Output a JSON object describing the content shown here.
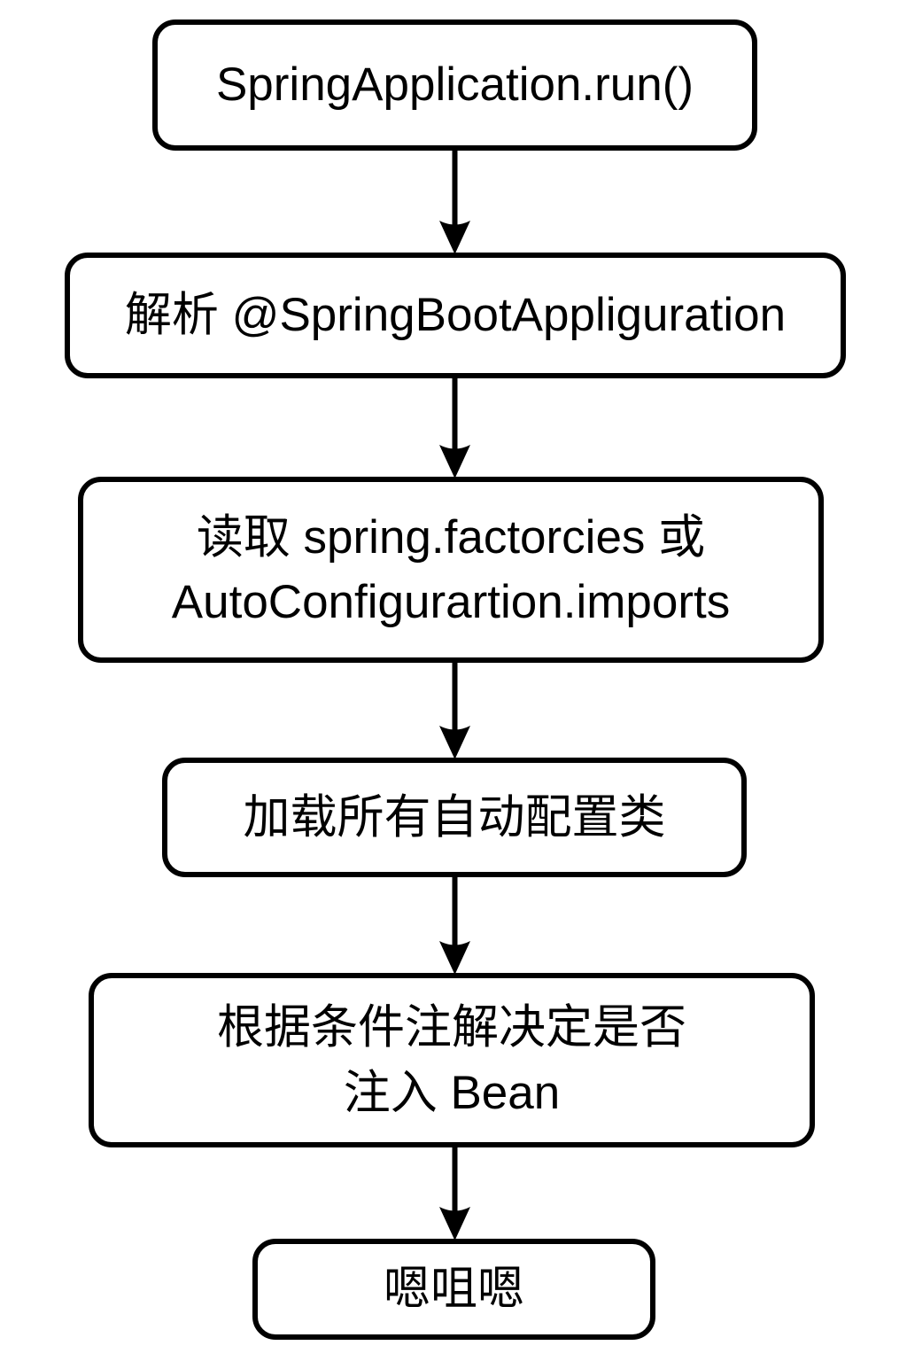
{
  "flowchart": {
    "type": "flowchart",
    "direction": "top-down",
    "nodes": [
      {
        "id": "spring-application-run",
        "lines": [
          "SpringApplication.run()"
        ]
      },
      {
        "id": "parse-annotation",
        "lines": [
          "解析 @SpringBootAppliguration"
        ]
      },
      {
        "id": "read-factories",
        "lines": [
          "读取 spring.factorcies 或",
          "AutoConfigurartion.imports"
        ]
      },
      {
        "id": "load-autoconfig-classes",
        "lines": [
          "加载所有自动配置类"
        ]
      },
      {
        "id": "conditional-inject-bean",
        "lines": [
          "根据条件注解决定是否",
          "注入 Bean"
        ]
      },
      {
        "id": "end",
        "lines": [
          "嗯咀嗯"
        ]
      }
    ],
    "edges": [
      {
        "from": "spring-application-run",
        "to": "parse-annotation",
        "label": ""
      },
      {
        "from": "parse-annotation",
        "to": "read-factories",
        "label": ""
      },
      {
        "from": "read-factories",
        "to": "load-autoconfig-classes",
        "label": ""
      },
      {
        "from": "load-autoconfig-classes",
        "to": "conditional-inject-bean",
        "label": ""
      },
      {
        "from": "conditional-inject-bean",
        "to": "end",
        "label": ""
      }
    ],
    "colors": {
      "background": "#ffffff",
      "node_fill": "#ffffff",
      "node_border": "#000000",
      "arrow": "#000000",
      "text": "#000000"
    }
  }
}
